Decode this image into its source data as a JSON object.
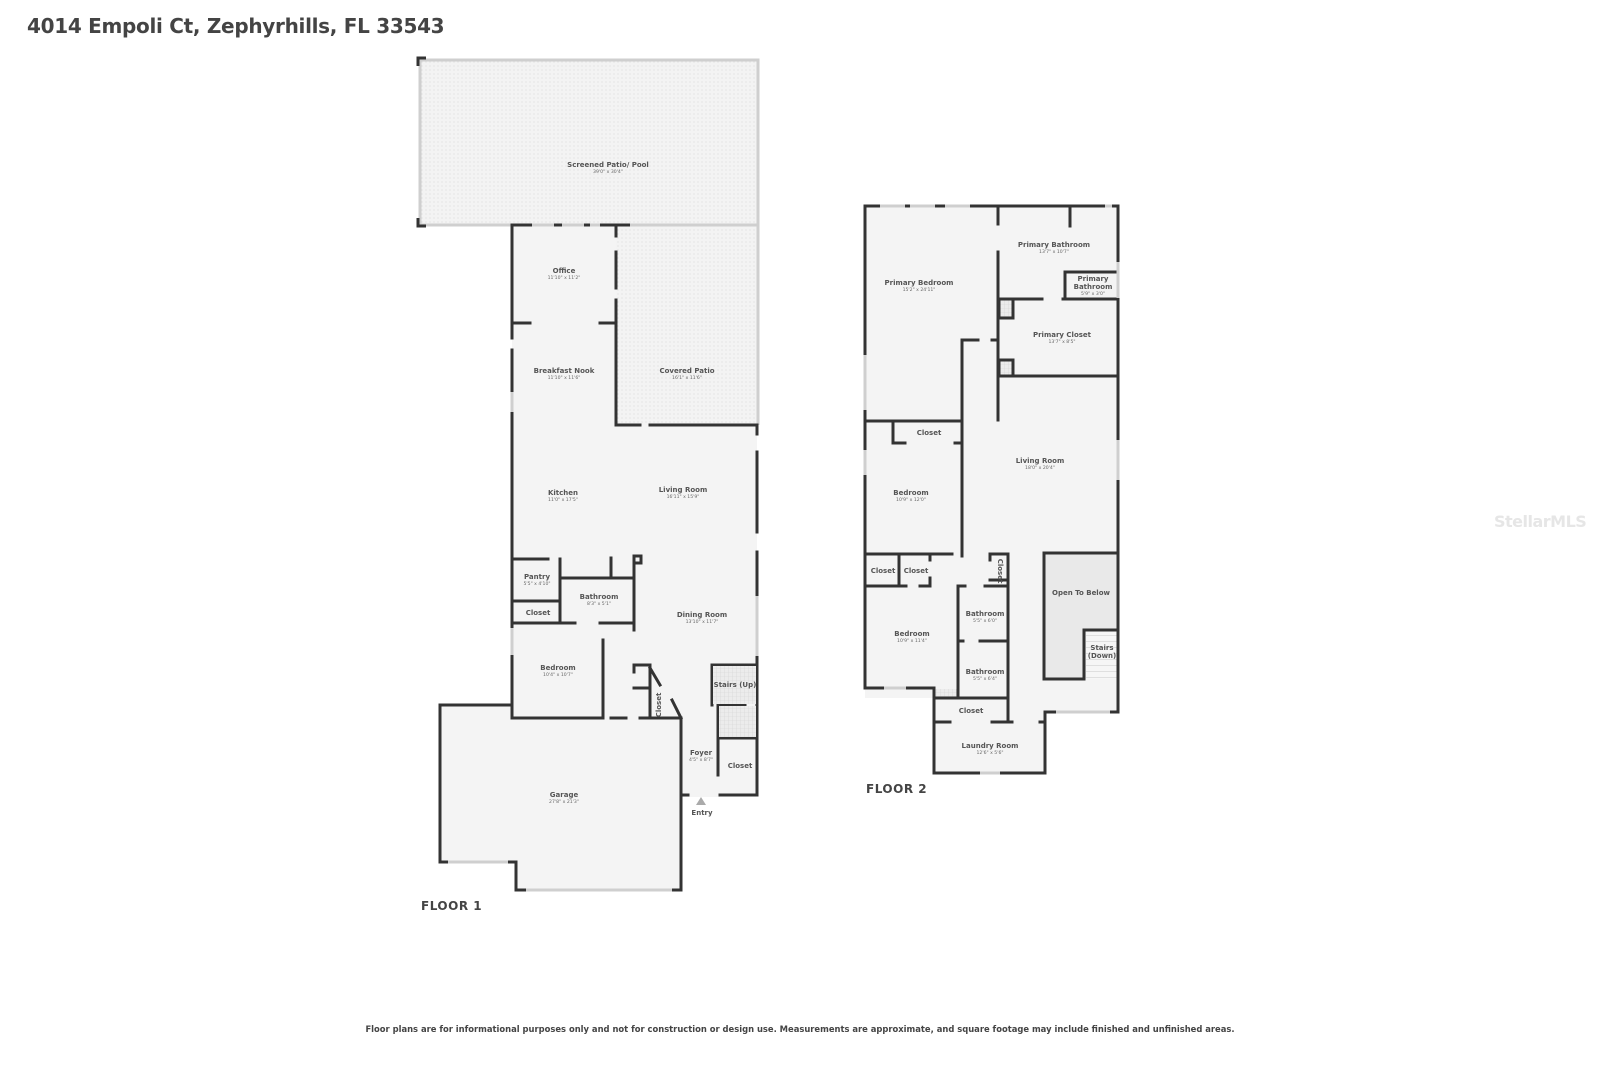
{
  "header": {
    "address": "4014 Empoli Ct, Zephyrhills, FL 33543"
  },
  "floors": [
    {
      "label": "FLOOR 1",
      "entry_label": "Entry",
      "rooms": [
        {
          "name": "Screened Patio/ Pool",
          "dims": "39'0\" x 30'4\""
        },
        {
          "name": "Office",
          "dims": "11'10\" x 11'2\""
        },
        {
          "name": "Breakfast Nook",
          "dims": "11'10\" x 11'6\""
        },
        {
          "name": "Covered Patio",
          "dims": "16'1\" x 11'6\""
        },
        {
          "name": "Kitchen",
          "dims": "11'0\" x 17'5\""
        },
        {
          "name": "Living Room",
          "dims": "16'11\" x 15'9\""
        },
        {
          "name": "Pantry",
          "dims": "5'5\" x 4'10\""
        },
        {
          "name": "Bathroom",
          "dims": "8'3\" x 5'1\""
        },
        {
          "name": "Closet",
          "dims": ""
        },
        {
          "name": "Dining Room",
          "dims": "13'10\" x 11'7\""
        },
        {
          "name": "Bedroom",
          "dims": "10'4\" x 10'7\""
        },
        {
          "name": "Closet",
          "dims": ""
        },
        {
          "name": "Stairs (Up)",
          "dims": ""
        },
        {
          "name": "Foyer",
          "dims": "4'5\" x 8'7\""
        },
        {
          "name": "Closet",
          "dims": ""
        },
        {
          "name": "Garage",
          "dims": "27'8\" x 21'3\""
        }
      ]
    },
    {
      "label": "FLOOR 2",
      "rooms": [
        {
          "name": "Primary Bedroom",
          "dims": "15'2\" x 24'11\""
        },
        {
          "name": "Primary Bathroom",
          "dims": "13'7\" x 10'7\""
        },
        {
          "name": "Primary Bathroom",
          "dims": "5'9\" x 3'0\""
        },
        {
          "name": "Primary Closet",
          "dims": "13'7\" x 8'5\""
        },
        {
          "name": "Closet",
          "dims": ""
        },
        {
          "name": "Living Room",
          "dims": "18'0\" x 20'4\""
        },
        {
          "name": "Bedroom",
          "dims": "10'9\" x 12'0\""
        },
        {
          "name": "Closet",
          "dims": ""
        },
        {
          "name": "Closet",
          "dims": ""
        },
        {
          "name": "Closet",
          "dims": ""
        },
        {
          "name": "Open To Below",
          "dims": ""
        },
        {
          "name": "Bedroom",
          "dims": "10'9\" x 11'4\""
        },
        {
          "name": "Bathroom",
          "dims": "5'5\" x 6'0\""
        },
        {
          "name": "Stairs (Down)",
          "dims": ""
        },
        {
          "name": "Bathroom",
          "dims": "5'5\" x 6'4\""
        },
        {
          "name": "Closet",
          "dims": ""
        },
        {
          "name": "Laundry Room",
          "dims": "12'6\" x 5'6\""
        }
      ]
    }
  ],
  "footer": {
    "disclaimer": "Floor plans are for informational purposes only and not for construction or design use. Measurements are approximate, and square footage may include finished and unfinished areas."
  },
  "watermark": "StellarMLS",
  "colors": {
    "wall": "#333333",
    "floor": "#f4f4f4",
    "patio": "#f1f1f1",
    "window": "#cfcfcf",
    "open_below": "#e8e8e8"
  }
}
